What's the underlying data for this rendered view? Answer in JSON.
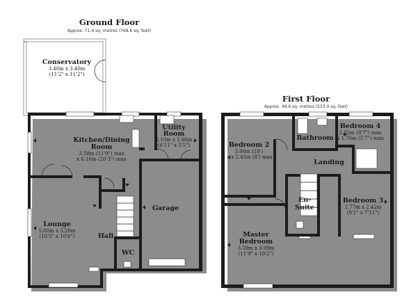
{
  "floors": {
    "ground": {
      "title": "Ground Floor",
      "area": "Approx. 71.4 sq. metres (768.6 sq. feet)",
      "rooms": {
        "conservatory": {
          "name": "Conservatory",
          "dim1": "3.40m x 3.40m",
          "dim2": "(11'2\" x 11'2\")"
        },
        "kitchen": {
          "name1": "Kitchen/Dining",
          "name2": "Room",
          "dim1": "3.58m (11'9\") max",
          "dim2": "x 6.16m (20'3\") max"
        },
        "utility": {
          "name1": "Utility",
          "name2": "Room",
          "dim1": "2.10m x 1.66m",
          "dim2": "(6'11\" x 5'5\")"
        },
        "garage": {
          "name": "Garage"
        },
        "lounge": {
          "name": "Lounge",
          "dim1": "5.00m x 3.20m",
          "dim2": "(16'5\" x 10'6\")"
        },
        "hall": {
          "name": "Hall"
        },
        "wc": {
          "name": "WC"
        }
      }
    },
    "first": {
      "title": "First Floor",
      "area": "Approx. 49.6 sq. metres (533.4 sq. feet)",
      "rooms": {
        "bedroom2": {
          "name": "Bedroom 2",
          "dim1": "3.06m (10')",
          "dim2": "x 2.45m (8') max"
        },
        "bathroom": {
          "name": "Bathroom"
        },
        "bedroom4": {
          "name": "Bedroom 4",
          "dim1": "2.62m (8'7\") max",
          "dim2": "x 1.70m (5'7\") max"
        },
        "landing": {
          "name": "Landing"
        },
        "ensuite": {
          "name1": "En-",
          "name2": "Suite"
        },
        "bedroom3": {
          "name": "Bedroom 3",
          "dim1": "2.77m x 2.42m",
          "dim2": "(9'1\" x 7'11\")"
        },
        "master": {
          "name1": "Master",
          "name2": "Bedroom",
          "dim1": "3.59m x 3.09m",
          "dim2": "(11'9\" x 10'2\")"
        }
      }
    }
  }
}
